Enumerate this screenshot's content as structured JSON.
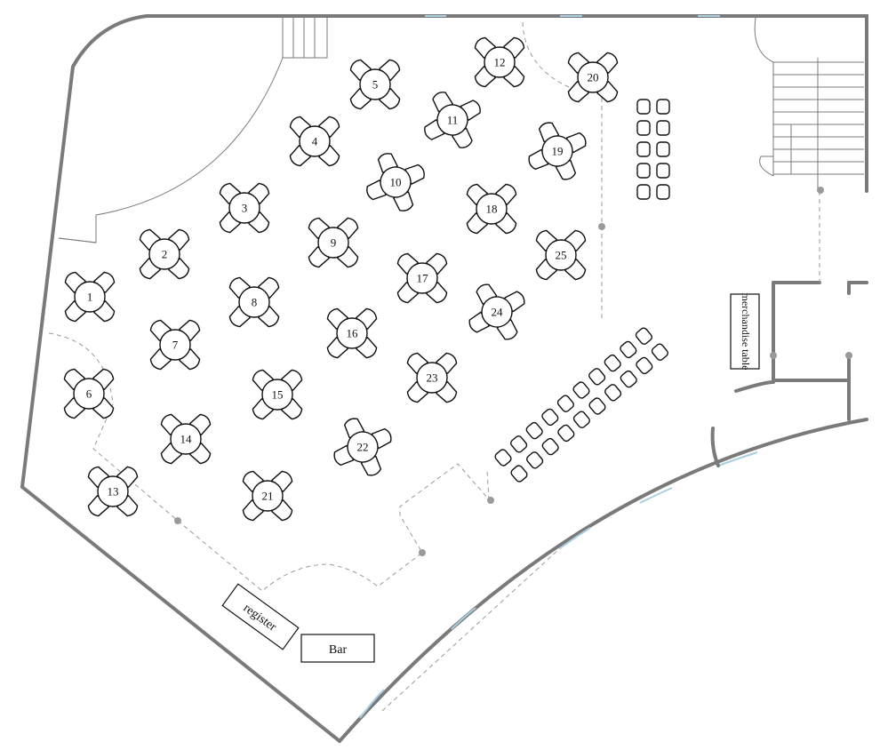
{
  "labels": {
    "register": "register",
    "bar": "Bar",
    "merchandise": "merchandise table"
  },
  "tables": [
    {
      "num": "1"
    },
    {
      "num": "2"
    },
    {
      "num": "3"
    },
    {
      "num": "4"
    },
    {
      "num": "5"
    },
    {
      "num": "6"
    },
    {
      "num": "7"
    },
    {
      "num": "8"
    },
    {
      "num": "9"
    },
    {
      "num": "10"
    },
    {
      "num": "11"
    },
    {
      "num": "12"
    },
    {
      "num": "13"
    },
    {
      "num": "14"
    },
    {
      "num": "15"
    },
    {
      "num": "16"
    },
    {
      "num": "17"
    },
    {
      "num": "18"
    },
    {
      "num": "19"
    },
    {
      "num": "20"
    },
    {
      "num": "21"
    },
    {
      "num": "22"
    },
    {
      "num": "23"
    },
    {
      "num": "24"
    },
    {
      "num": "25"
    }
  ]
}
